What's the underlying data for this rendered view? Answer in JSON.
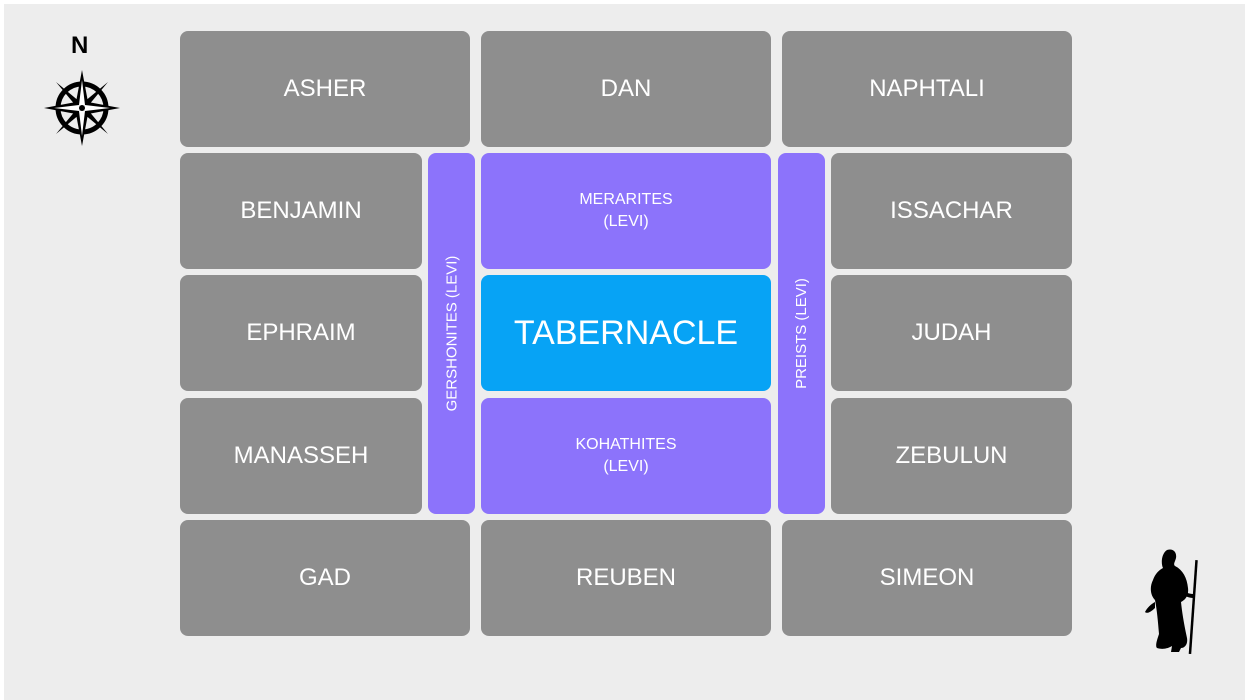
{
  "compass": {
    "north_label": "N"
  },
  "tribes": {
    "asher": "ASHER",
    "dan": "DAN",
    "naphtali": "NAPHTALI",
    "benjamin": "BENJAMIN",
    "ephraim": "EPHRAIM",
    "manasseh": "MANASSEH",
    "issachar": "ISSACHAR",
    "judah": "JUDAH",
    "zebulun": "ZEBULUN",
    "gad": "GAD",
    "reuben": "REUBEN",
    "simeon": "SIMEON"
  },
  "levites": {
    "merarites": "MERARITES\n(LEVI)",
    "kohathites": "KOHATHITES\n(LEVI)",
    "gershonites": "GERSHONITES (LEVI)",
    "priests": "PREISTS (LEVI)"
  },
  "center": {
    "tabernacle": "TABERNACLE"
  },
  "colors": {
    "tribe": "#8e8e8e",
    "levi": "#8c73fb",
    "tabernacle": "#07a3f5",
    "background": "#ededed"
  }
}
